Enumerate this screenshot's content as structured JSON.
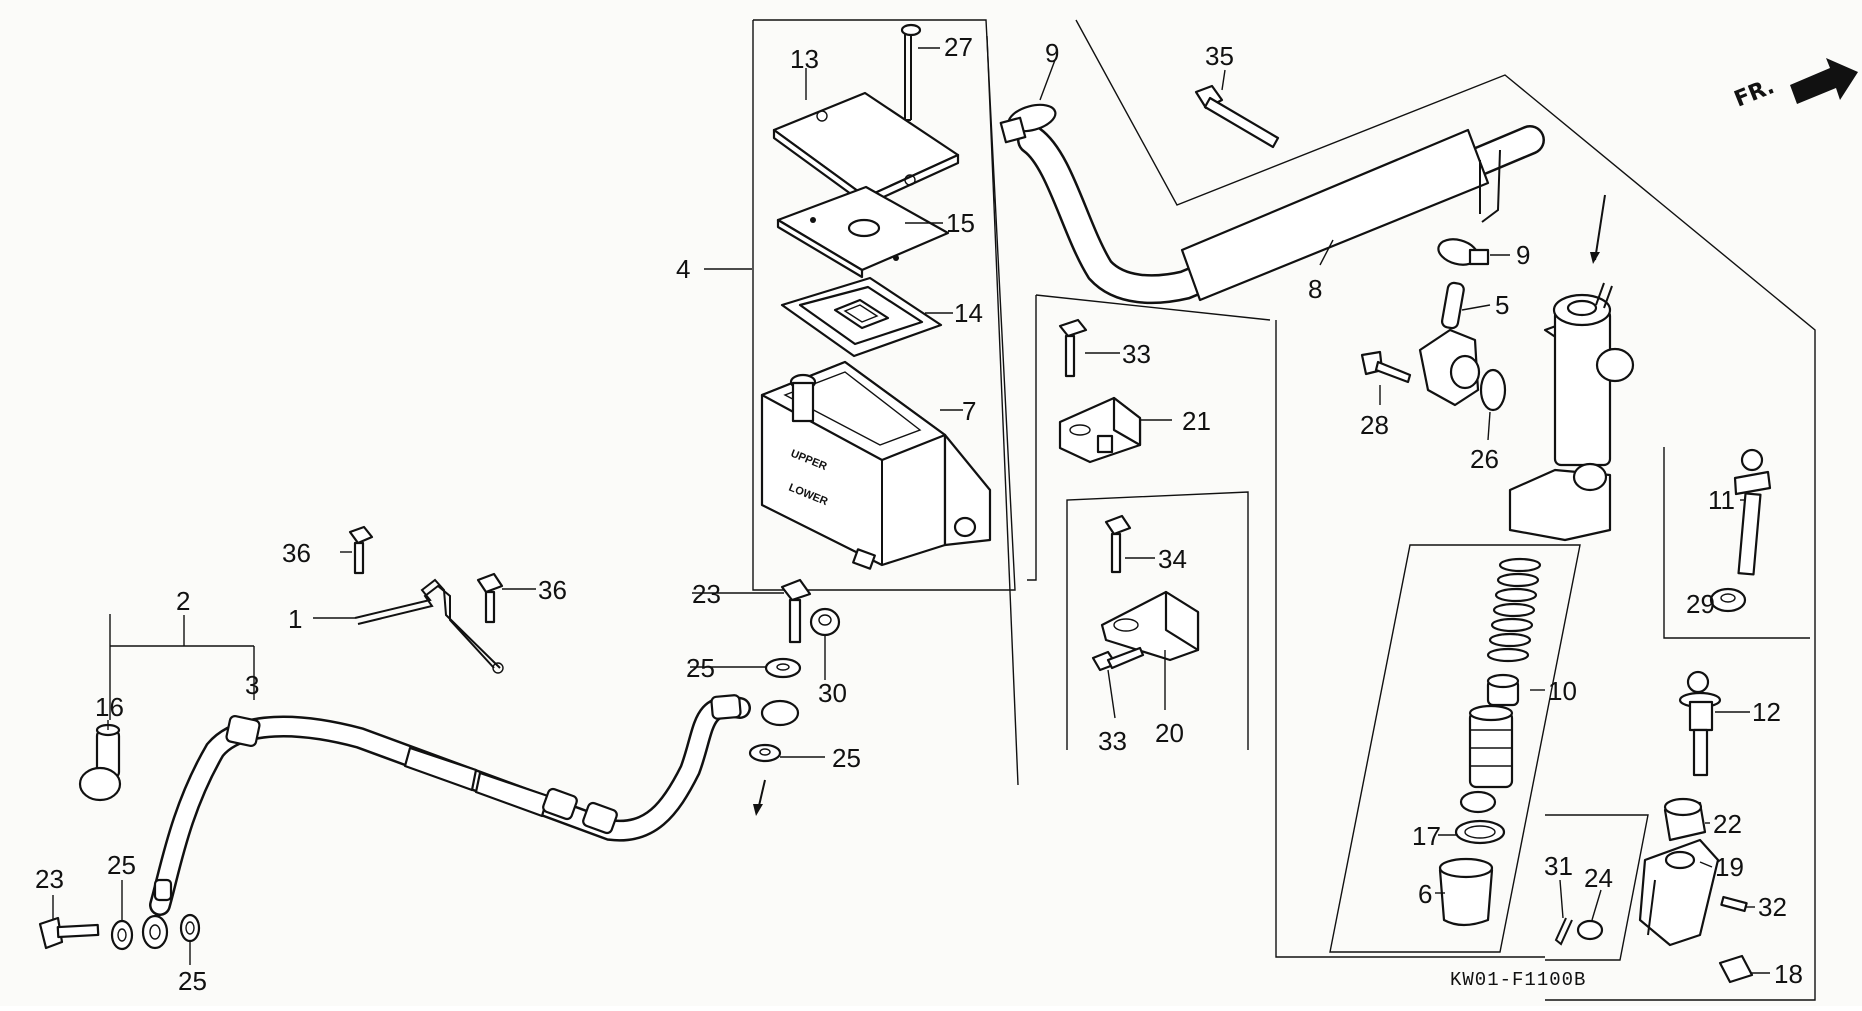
{
  "diagram": {
    "code": "KW01-F1100B",
    "direction_label": "FR.",
    "reservoir_labels": {
      "upper": "UPPER",
      "lower": "LOWER"
    },
    "callouts": {
      "c1": "1",
      "c2": "2",
      "c3": "3",
      "c4": "4",
      "c5": "5",
      "c6": "6",
      "c7": "7",
      "c8": "8",
      "c9a": "9",
      "c9b": "9",
      "c10": "10",
      "c11": "11",
      "c12": "12",
      "c13": "13",
      "c14": "14",
      "c15": "15",
      "c16": "16",
      "c17": "17",
      "c18": "18",
      "c19": "19",
      "c20": "20",
      "c21": "21",
      "c22": "22",
      "c23a": "23",
      "c23b": "23",
      "c24": "24",
      "c25a": "25",
      "c25b": "25",
      "c25c": "25",
      "c25d": "25",
      "c26": "26",
      "c27": "27",
      "c28": "28",
      "c29": "29",
      "c30": "30",
      "c31": "31",
      "c32": "32",
      "c33a": "33",
      "c33b": "33",
      "c34": "34",
      "c35": "35",
      "c36a": "36",
      "c36b": "36"
    }
  }
}
